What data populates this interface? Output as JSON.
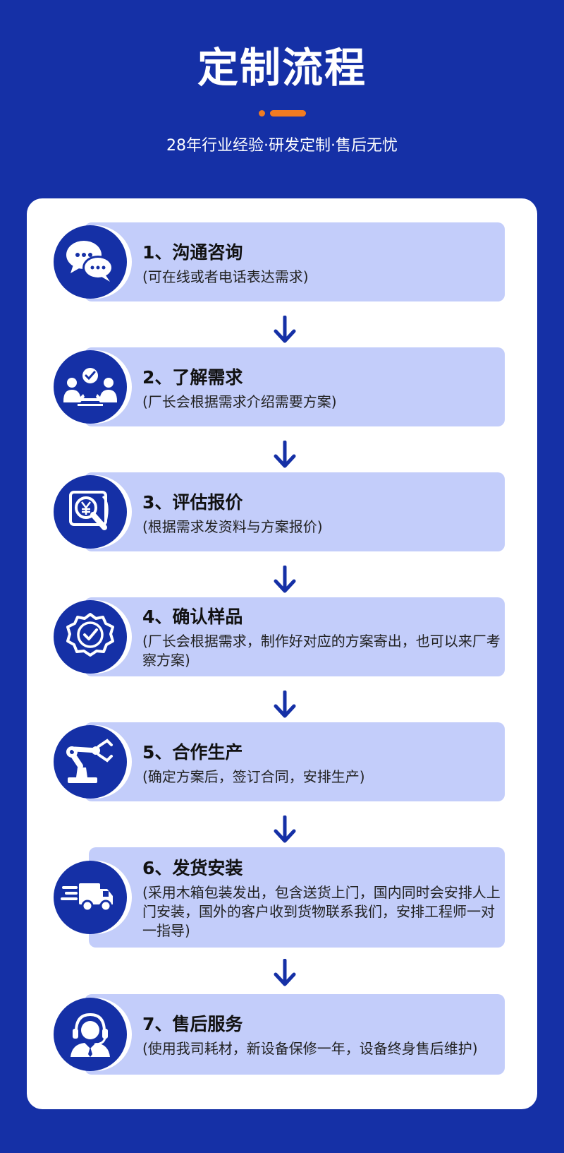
{
  "header": {
    "title": "定制流程",
    "subtitle": "28年行业经验·研发定制·售后无忧",
    "accent_color": "#f07b22",
    "background_color": "#1530a6"
  },
  "steps": [
    {
      "title": "1、沟通咨询",
      "desc": "(可在线或者电话表达需求)",
      "icon": "chat-bubbles-icon"
    },
    {
      "title": "2、了解需求",
      "desc": "(厂长会根据需求介绍需要方案)",
      "icon": "meeting-check-icon"
    },
    {
      "title": "3、评估报价",
      "desc": "(根据需求发资料与方案报价)",
      "icon": "yen-magnifier-icon"
    },
    {
      "title": "4、确认样品",
      "desc": "(厂长会根据需求，制作好对应的方案寄出，也可以来厂考察方案)",
      "icon": "check-badge-icon"
    },
    {
      "title": "5、合作生产",
      "desc": "(确定方案后，签订合同，安排生产)",
      "icon": "robot-arm-icon"
    },
    {
      "title": "6、发货安装",
      "desc": "(采用木箱包装发出，包含送货上门，国内同时会安排人上门安装，国外的客户收到货物联系我们，安排工程师一对一指导)",
      "icon": "delivery-truck-icon"
    },
    {
      "title": "7、售后服务",
      "desc": "(使用我司耗材，新设备保修一年，设备终身售后维护)",
      "icon": "customer-service-icon"
    }
  ],
  "step_color": "#c3cdfa",
  "arrow_icon": "arrow-down-icon"
}
